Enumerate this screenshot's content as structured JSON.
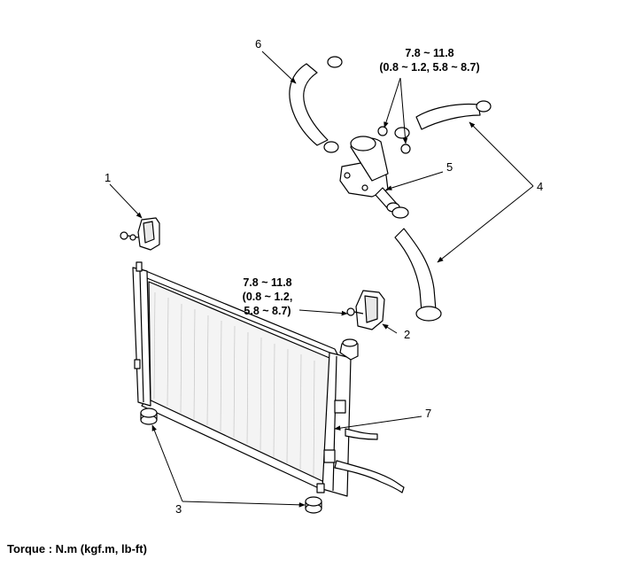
{
  "callouts": {
    "c1": "1",
    "c2": "2",
    "c3": "3",
    "c4": "4",
    "c5": "5",
    "c6": "6",
    "c7": "7"
  },
  "torque_top": {
    "line1": "7.8 ~ 11.8",
    "line2": "(0.8 ~ 1.2, 5.8 ~ 8.7)"
  },
  "torque_mid": {
    "line1": "7.8 ~ 11.8",
    "line2": "(0.8 ~ 1.2,",
    "line3": "5.8 ~ 8.7)"
  },
  "footer": {
    "torque_unit": "Torque : N.m (kgf.m, lb-ft)"
  },
  "parts": [
    "upper-hose",
    "lower-hose",
    "thermostat-housing",
    "radiator",
    "upper-mount-bracket-left",
    "upper-mount-bracket-right",
    "lower-mount-insulators",
    "drain-cock"
  ]
}
